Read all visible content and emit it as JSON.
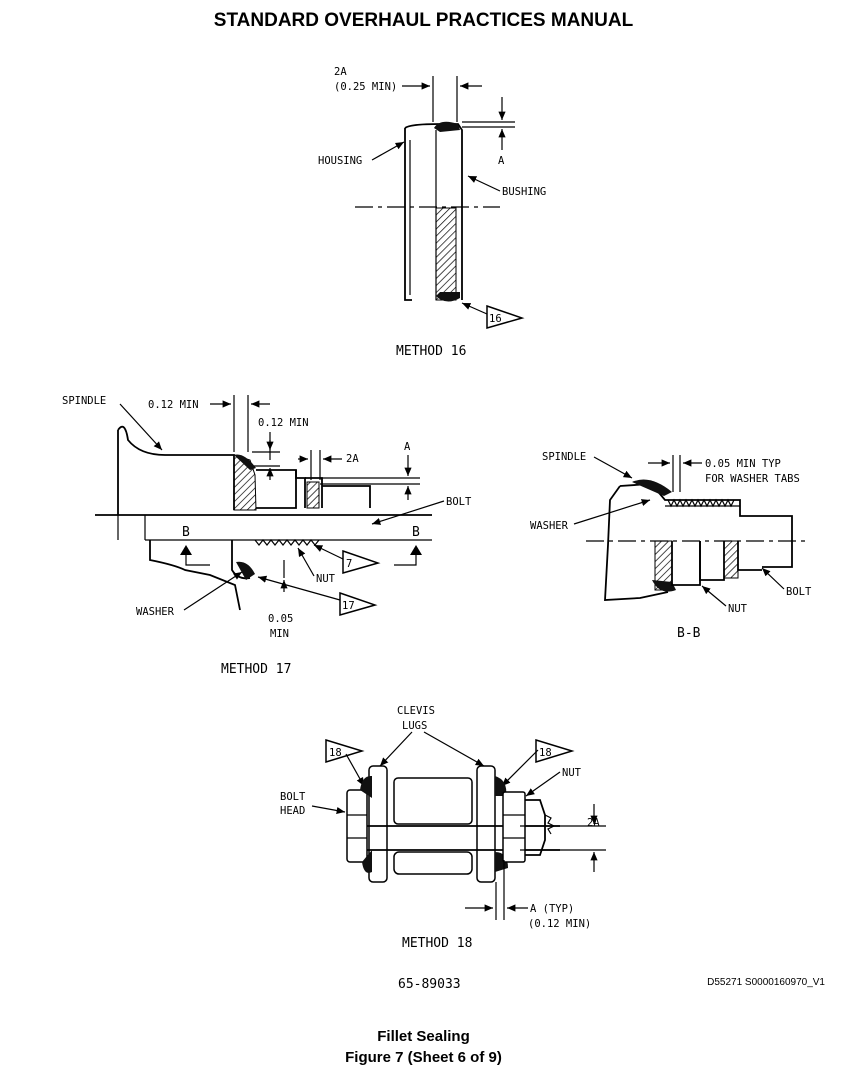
{
  "header": {
    "title": "STANDARD OVERHAUL PRACTICES MANUAL"
  },
  "method16": {
    "label": "METHOD 16",
    "dim_2a": "2A",
    "dim_2a_min": "(0.25 MIN)",
    "dim_a": "A",
    "housing": "HOUSING",
    "bushing": "BUSHING",
    "flag": "16"
  },
  "method17": {
    "label": "METHOD 17",
    "spindle": "SPINDLE",
    "min1": "0.12 MIN",
    "min2": "0.12 MIN",
    "dim_2a": "2A",
    "dim_a": "A",
    "bolt": "BOLT",
    "section_b_left": "B",
    "section_b_right": "B",
    "nut": "NUT",
    "washer": "WASHER",
    "min005": "0.05",
    "min005_unit": "MIN",
    "flag7": "7",
    "flag17": "17"
  },
  "sectionBB": {
    "label": "B-B",
    "spindle": "SPINDLE",
    "min_typ": "0.05 MIN TYP",
    "for_tabs": "FOR WASHER TABS",
    "washer": "WASHER",
    "bolt": "BOLT",
    "nut": "NUT"
  },
  "method18": {
    "label": "METHOD 18",
    "clevis": "CLEVIS",
    "lugs": "LUGS",
    "flag_left": "18",
    "flag_right": "18",
    "nut": "NUT",
    "bolt": "BOLT",
    "head": "HEAD",
    "dim_2a": "2A",
    "dim_a_typ": "A (TYP)",
    "dim_a_min": "(0.12 MIN)"
  },
  "drawing_number": "65-89033",
  "reference_id": "D55271 S0000160970_V1",
  "caption": {
    "line1": "Fillet Sealing",
    "line2": "Figure 7  (Sheet 6 of 9)"
  }
}
